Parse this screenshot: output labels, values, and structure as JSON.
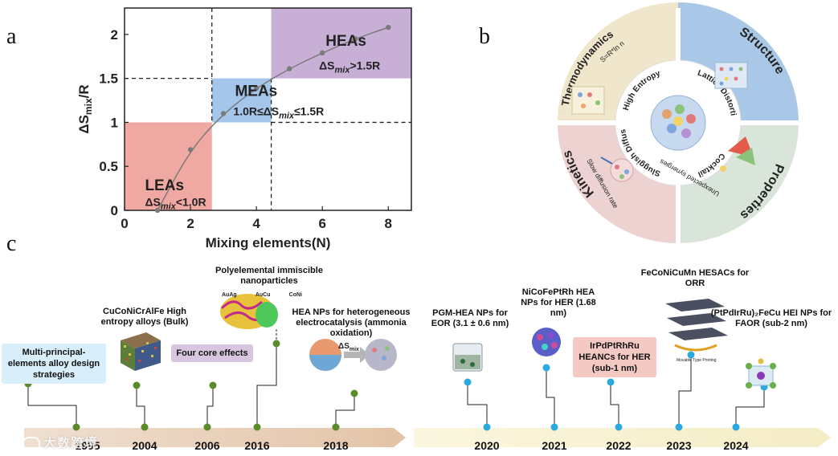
{
  "panels": {
    "a": "a",
    "b": "b",
    "c": "c"
  },
  "chart_data": {
    "type": "line",
    "x": [
      1,
      2,
      3,
      4,
      5,
      6,
      7,
      8
    ],
    "values": [
      0,
      0.69,
      1.1,
      1.39,
      1.61,
      1.79,
      1.95,
      2.08
    ],
    "xlabel": "Mixing elements(N)",
    "ylabel": "ΔS_mix/R",
    "xticks": [
      "0",
      "2",
      "4",
      "6",
      "8"
    ],
    "yticks": [
      "0",
      "0.5",
      "1",
      "1.5",
      "2"
    ],
    "xlim": [
      0,
      8.7
    ],
    "ylim": [
      0,
      2.3
    ],
    "regions": [
      {
        "name": "LEAs",
        "condition_pre": "ΔS",
        "condition_sub": "mix",
        "condition_post": "<1.0R",
        "color": "#f0a8a3"
      },
      {
        "name": "MEAs",
        "condition_pre": "1.0R≤ΔS",
        "condition_sub": "mix",
        "condition_post": "≤1.5R",
        "color": "#a3c6ea"
      },
      {
        "name": "HEAs",
        "condition_pre": "ΔS",
        "condition_sub": "mix",
        "condition_post": ">1.5R",
        "color": "#c8afd6"
      }
    ],
    "line_color": "#7a7a7a",
    "marker_color": "#7a7a7a"
  },
  "wheel": {
    "segments": [
      "Thermodynamics",
      "Structure",
      "Kinetics",
      "Properties"
    ],
    "inner": [
      "High Entropy",
      "Lattice Distortion",
      "Sluggish Diffusion",
      "Cocktail"
    ],
    "annotations": {
      "formula": "S=R*ln n",
      "slow": "Slow diffusion rate",
      "synergies": "Unexpected synergies"
    },
    "colors": {
      "thermo": "#efe6cc",
      "structure": "#a9c7e6",
      "kinetics": "#ecd2d1",
      "properties": "#d8e5d8"
    }
  },
  "timeline": {
    "years": [
      "1995",
      "2004",
      "2006",
      "2016",
      "2018",
      "2020",
      "2021",
      "2022",
      "2023",
      "2024"
    ],
    "events": [
      {
        "text": "Multi-principal-elements alloy design strategies",
        "bg": "#d9eefb"
      },
      {
        "text": "CuCoNiCrAlFe High entropy alloys (Bulk)"
      },
      {
        "text": "Four core effects",
        "bg": "#d8c6e0"
      },
      {
        "text": "Polyelemental immiscible nanoparticles"
      },
      {
        "text": "HEA NPs for heterogeneous electrocatalysis (ammonia oxidation)"
      },
      {
        "text": "PGM-HEA NPs for EOR (3.1 ± 0.6 nm)"
      },
      {
        "text": "NiCoFePtRh HEA NPs for HER (1.68 nm)"
      },
      {
        "text": "IrPdPtRhRu HEANCs for HER (sub-1 nm)",
        "bg": "#f4c9c4"
      },
      {
        "text": "FeCoNiCuMn HESACs for ORR"
      },
      {
        "text": "(PtPdIrRu)₂FeCu HEI NPs for FAOR (sub-2 nm)"
      }
    ],
    "np_labels": [
      "AuAg",
      "AuCu",
      "CoNi"
    ],
    "delta_label": "ΔS",
    "delta_sub": "mix",
    "printing_label": "Movable Type Printing",
    "green_dot": "#5a8a2a",
    "blue_dot": "#29a9e0"
  },
  "watermark": "大数跨境"
}
